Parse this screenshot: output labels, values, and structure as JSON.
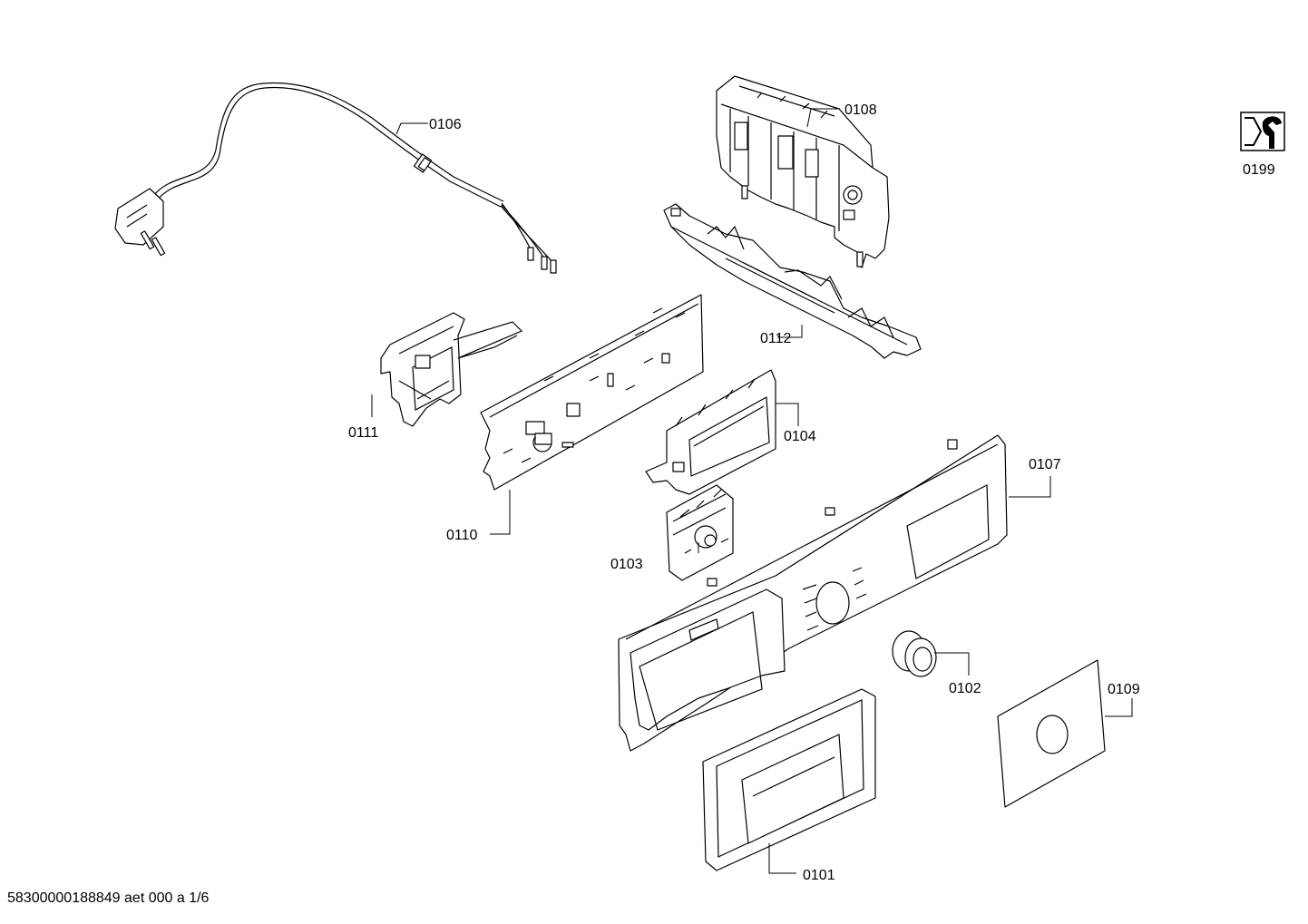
{
  "parts": [
    {
      "id": "cord",
      "label": "0106"
    },
    {
      "id": "module",
      "label": "0108"
    },
    {
      "id": "service",
      "label": "0199"
    },
    {
      "id": "bracket-long",
      "label": "0112"
    },
    {
      "id": "holder",
      "label": "0111"
    },
    {
      "id": "board",
      "label": "0110"
    },
    {
      "id": "display",
      "label": "0104"
    },
    {
      "id": "panel",
      "label": "0107"
    },
    {
      "id": "encoder",
      "label": "0103"
    },
    {
      "id": "knob",
      "label": "0102"
    },
    {
      "id": "sticker",
      "label": "0109"
    },
    {
      "id": "handle",
      "label": "0101"
    }
  ],
  "footer": "58300000188849 aet 000 a 1/6",
  "icons": {
    "service": "wrench-hex-icon"
  },
  "colors": {
    "line": "#000000",
    "background": "#ffffff"
  }
}
